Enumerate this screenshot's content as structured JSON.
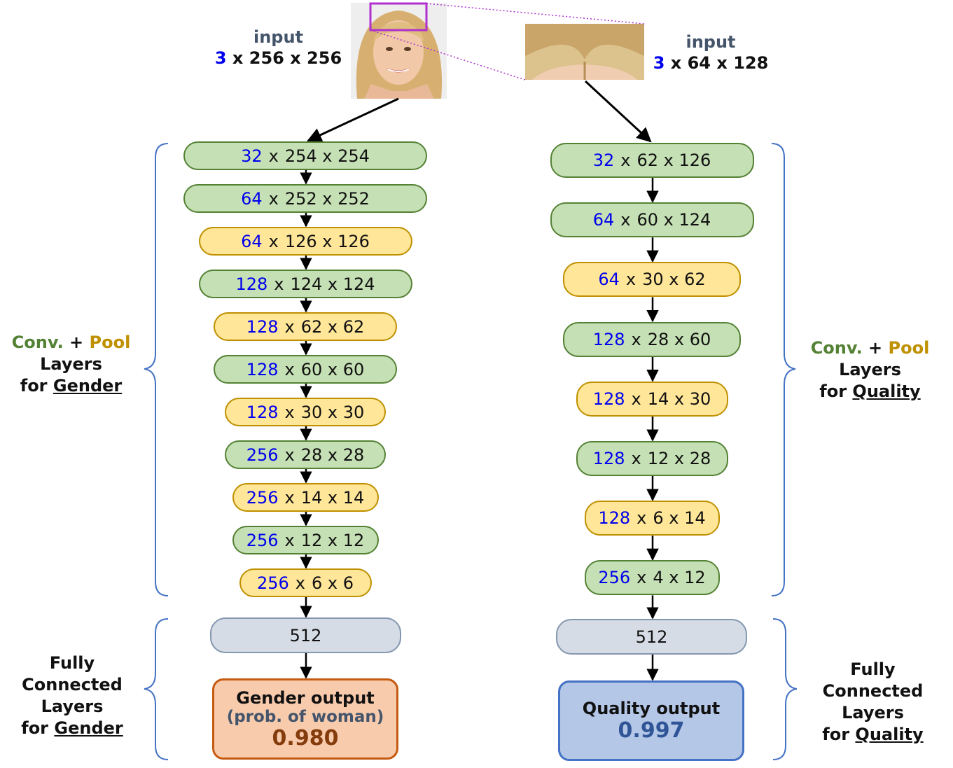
{
  "gender_branch": {
    "input": {
      "word": "input",
      "channels": "3",
      "dims": "256 x 256"
    },
    "layers": [
      {
        "kind": "conv",
        "ch": "32",
        "rest": "254 x 254"
      },
      {
        "kind": "conv",
        "ch": "64",
        "rest": "252 x 252"
      },
      {
        "kind": "pool",
        "ch": "64",
        "rest": "126 x 126"
      },
      {
        "kind": "conv",
        "ch": "128",
        "rest": "124 x 124"
      },
      {
        "kind": "pool",
        "ch": "128",
        "rest": "62 x 62"
      },
      {
        "kind": "conv",
        "ch": "128",
        "rest": "60 x 60"
      },
      {
        "kind": "pool",
        "ch": "128",
        "rest": "30 x 30"
      },
      {
        "kind": "conv",
        "ch": "256",
        "rest": "28 x 28"
      },
      {
        "kind": "pool",
        "ch": "256",
        "rest": "14 x 14"
      },
      {
        "kind": "conv",
        "ch": "256",
        "rest": "12 x 12"
      },
      {
        "kind": "pool",
        "ch": "256",
        "rest": "6 x 6"
      }
    ],
    "fc": "512",
    "output": {
      "title": "Gender output",
      "subtitle": "(prob. of woman)",
      "value": "0.980"
    },
    "conv_label": {
      "conv": "Conv.",
      "plus": "+",
      "pool": "Pool",
      "line2": "Layers",
      "for": "for",
      "target": "Gender"
    },
    "fc_label": {
      "line1": "Fully Connected",
      "line2": "Layers",
      "for": "for",
      "target": "Gender"
    }
  },
  "quality_branch": {
    "input": {
      "word": "input",
      "channels": "3",
      "dims": "64 x 128"
    },
    "layers": [
      {
        "kind": "conv",
        "ch": "32",
        "rest": "62 x 126"
      },
      {
        "kind": "conv",
        "ch": "64",
        "rest": "60 x 124"
      },
      {
        "kind": "pool",
        "ch": "64",
        "rest": "30 x 62"
      },
      {
        "kind": "conv",
        "ch": "128",
        "rest": "28 x 60"
      },
      {
        "kind": "pool",
        "ch": "128",
        "rest": "14 x 30"
      },
      {
        "kind": "conv",
        "ch": "128",
        "rest": "12 x 28"
      },
      {
        "kind": "pool",
        "ch": "128",
        "rest": "6 x 14"
      },
      {
        "kind": "conv",
        "ch": "256",
        "rest": "4 x 12"
      }
    ],
    "fc": "512",
    "output": {
      "title": "Quality output",
      "value": "0.997"
    },
    "conv_label": {
      "conv": "Conv.",
      "plus": "+",
      "pool": "Pool",
      "line2": "Layers",
      "for": "for",
      "target": "Quality"
    },
    "fc_label": {
      "line1": "Fully Connected",
      "line2": "Layers",
      "for": "for",
      "target": "Quality"
    }
  },
  "colors": {
    "conv_fill": "#c5e0b4",
    "conv_border": "#548235",
    "pool_fill": "#ffe699",
    "pool_border": "#bf9000",
    "fc_fill": "#d6dce5",
    "fc_border": "#8497b0",
    "gender_out_fill": "#f8cbad",
    "gender_out_border": "#c55a11",
    "quality_out_fill": "#b4c7e7",
    "quality_out_border": "#4472c4",
    "channel_text": "#0000ee",
    "brace": "#4472c4",
    "crop_box": "#b030d0"
  },
  "images": [
    "face-photo",
    "forehead-crop-photo"
  ]
}
